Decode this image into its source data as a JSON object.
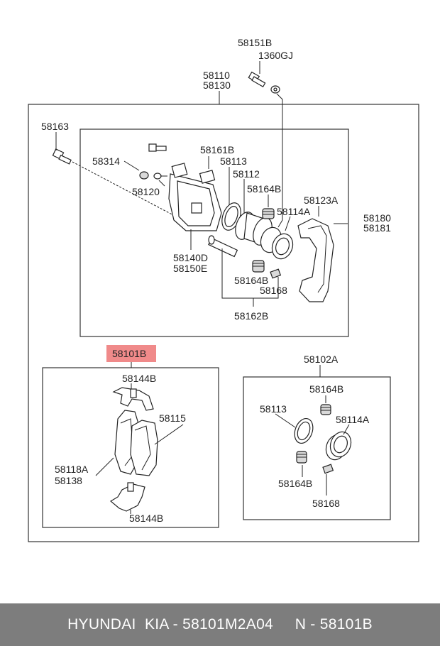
{
  "labels": {
    "p58151b": "58151B",
    "p1360gj": "1360GJ",
    "p58110": "58110",
    "p58130": "58130",
    "p58163": "58163",
    "p58161b": "58161B",
    "p58314": "58314",
    "p58113_top": "58113",
    "p58112": "58112",
    "p58120": "58120",
    "p58164b_top": "58164B",
    "p58123a": "58123A",
    "p58114a_top": "58114A",
    "p58180": "58180",
    "p58181": "58181",
    "p58140d": "58140D",
    "p58150e": "58150E",
    "p58164b_mid": "58164B",
    "p58168_top": "58168",
    "p58162b": "58162B",
    "p58101b": "58101B",
    "p58144b_top": "58144B",
    "p58115": "58115",
    "p58118a": "58118A",
    "p58138": "58138",
    "p58144b_bot": "58144B",
    "p58102a": "58102A",
    "p58164b_kit1": "58164B",
    "p58113_kit": "58113",
    "p58114a_kit": "58114A",
    "p58164b_kit2": "58164B",
    "p58168_kit": "58168"
  },
  "highlight_color": "#f08a8a",
  "footer": {
    "text": "HYUNDAI  KIA - 58101M2A04     N - 58101B"
  }
}
